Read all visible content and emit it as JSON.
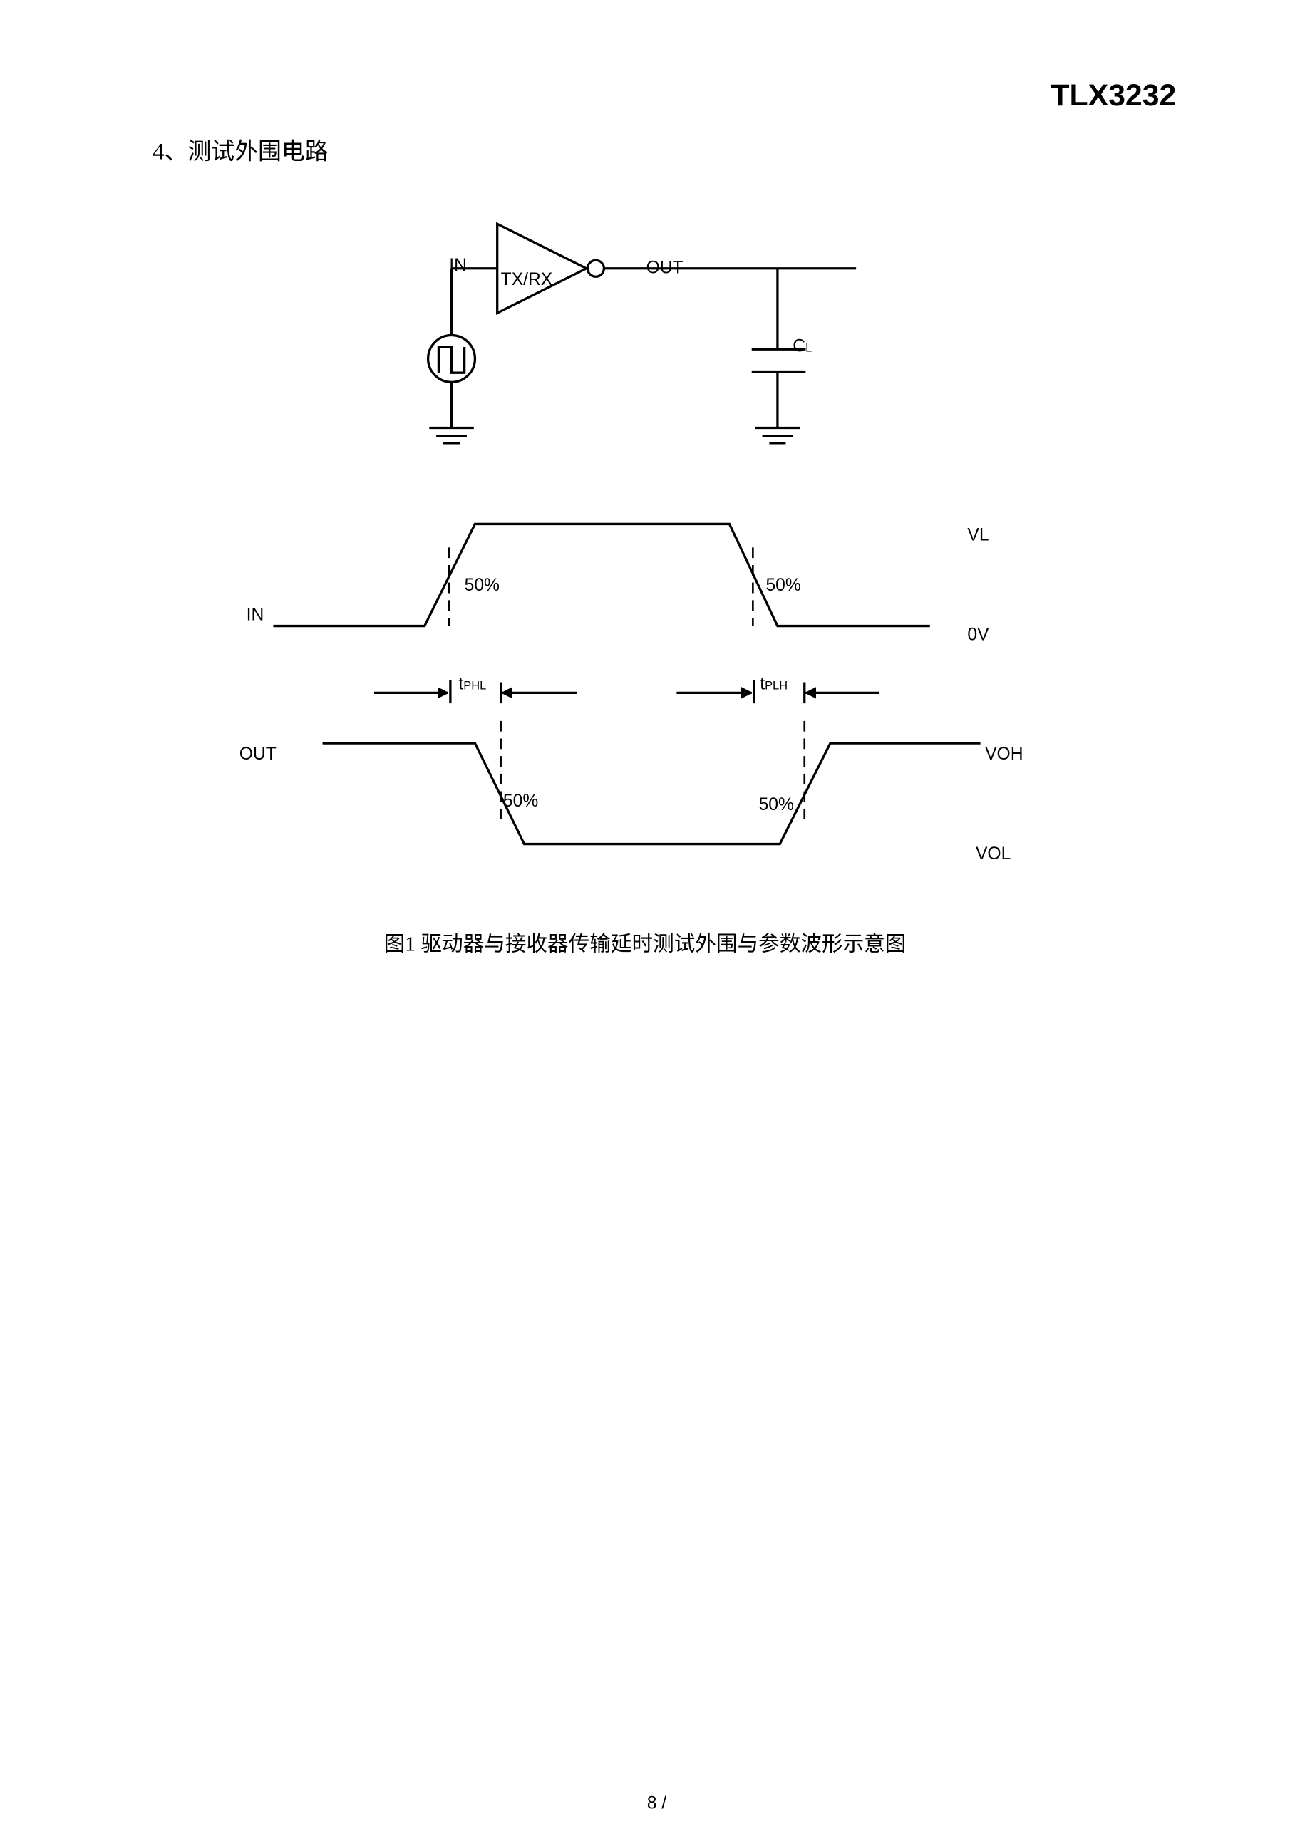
{
  "header": {
    "product": "TLX3232"
  },
  "section": {
    "title": "4、测试外围电路"
  },
  "circuit": {
    "in_label": "IN",
    "buffer_label": "TX/RX",
    "out_label": "OUT",
    "cap_label": "C",
    "cap_sub": "L"
  },
  "waveform": {
    "in_label": "IN",
    "out_label": "OUT",
    "vl_label": "VL",
    "zero_label": "0V",
    "voh_label": "VOH",
    "vol_label": "VOL",
    "pct_label": "50%",
    "tphl_t": "t",
    "tphl_sub": "PHL",
    "tplh_t": "t",
    "tplh_sub": "PLH"
  },
  "caption": "图1 驱动器与接收器传输延时测试外围与参数波形示意图",
  "footer": {
    "page": "8 /"
  }
}
